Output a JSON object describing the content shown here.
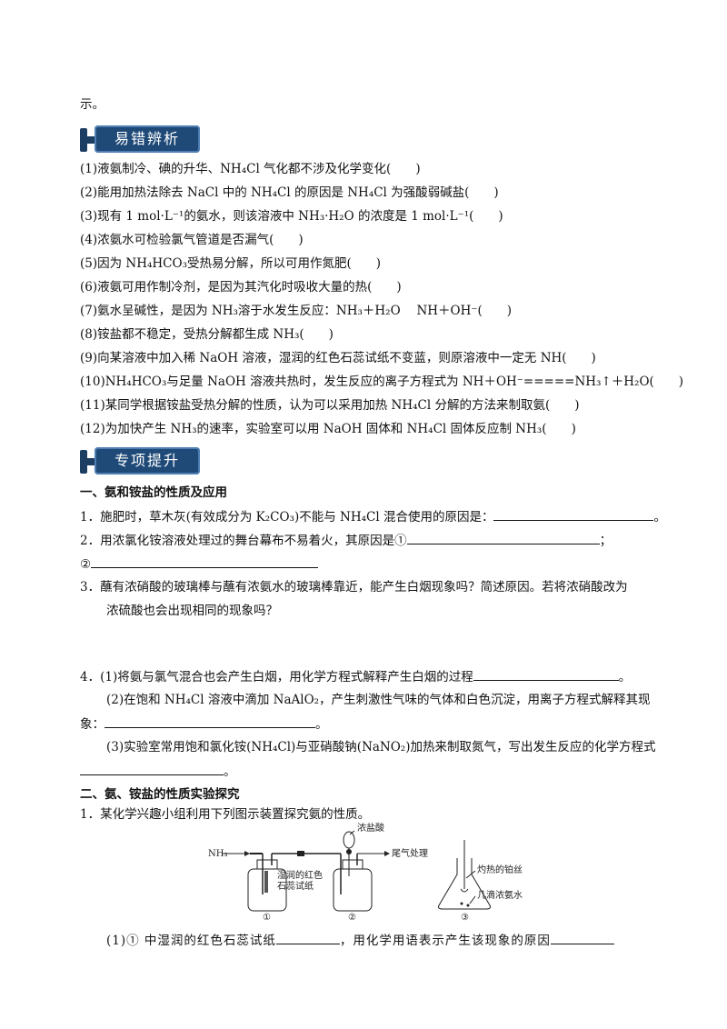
{
  "top_line": "示。",
  "sections": {
    "errors_title": "易错辨析",
    "special_title": "专项提升"
  },
  "errors": [
    "(1)液氨制冷、碘的升华、NH₄Cl 气化都不涉及化学变化(　　)",
    "(2)能用加热法除去 NaCl 中的 NH₄Cl 的原因是 NH₄Cl 为强酸弱碱盐(　　)",
    "(3)现有 1 mol·L⁻¹的氨水，则该溶液中 NH₃·H₂O 的浓度是 1 mol·L⁻¹(　　)",
    "(4)浓氨水可检验氯气管道是否漏气(　　)",
    "(5)因为 NH₄HCO₃受热易分解，所以可用作氮肥(　　)",
    "(6)液氨可用作制冷剂，是因为其汽化时吸收大量的热(　　)",
    "(7)氨水呈碱性，是因为 NH₃溶于水发生反应：NH₃＋H₂O　 NH＋OH⁻(　　)",
    "(8)铵盐都不稳定，受热分解都生成 NH₃(　　)",
    "(9)向某溶液中加入稀 NaOH 溶液，湿润的红色石蕊试纸不变蓝，则原溶液中一定无 NH(　　)",
    "(10)NH₄HCO₃与足量 NaOH 溶液共热时，发生反应的离子方程式为 NH＋OH⁻=====NH₃↑＋H₂O(　　)",
    "(11)某同学根据铵盐受热分解的性质，认为可以采用加热 NH₄Cl 分解的方法来制取氨(　　)",
    "(12)为加快产生 NH₃的速率，实验室可以用 NaOH 固体和 NH₄Cl 固体反应制 NH₃(　　)"
  ],
  "part1": {
    "heading": "一、氨和铵盐的性质及应用",
    "q1": "1．施肥时，草木灰(有效成分为 K₂CO₃)不能与 NH₄Cl 混合使用的原因是：",
    "q1_end": "。",
    "q2": "2．用浓氯化铵溶液处理过的舞台幕布不易着火，其原因是①",
    "q2_end": "；",
    "q2b": "②",
    "q3a": "3．蘸有浓硝酸的玻璃棒与蘸有浓氨水的玻璃棒靠近，能产生白烟现象吗？简述原因。若将浓硝酸改为",
    "q3b": "浓硫酸也会出现相同的现象吗？",
    "q4a": "4．(1)将氨与氯气混合也会产生白烟，用化学方程式解释产生白烟的过程",
    "q4a_end": "。",
    "q4b": "(2)在饱和 NH₄Cl 溶液中滴加 NaAlO₂，产生刺激性气味的气体和白色沉淀，用离子方程式解释其现",
    "q4b2": "象：",
    "q4b2_end": "。",
    "q4c": "(3)实验室常用饱和氯化铵(NH₄Cl)与亚硝酸钠(NaNO₂)加热来制取氮气，写出发生反应的化学方程式",
    "q4c_end": "。"
  },
  "part2": {
    "heading": "二、氨、铵盐的性质实验探究",
    "q1": "1．某化学兴趣小组利用下列图示装置探究氨的性质。",
    "q1_1": "(1)① 中湿润的红色石蕊试纸",
    "q1_1b": "，用化学用语表示产生该现象的原因"
  },
  "figure": {
    "nh3": "NH₃",
    "conc_hcl": "浓盐酸",
    "exhaust": "尾气处理",
    "litmus_1": "湿润的红色",
    "litmus_2": "石蕊试纸",
    "pt_wire": "灼热的铂丝",
    "ammonia_drops": "几滴浓氨水",
    "label_1": "①",
    "label_2": "②",
    "label_3": "③"
  }
}
